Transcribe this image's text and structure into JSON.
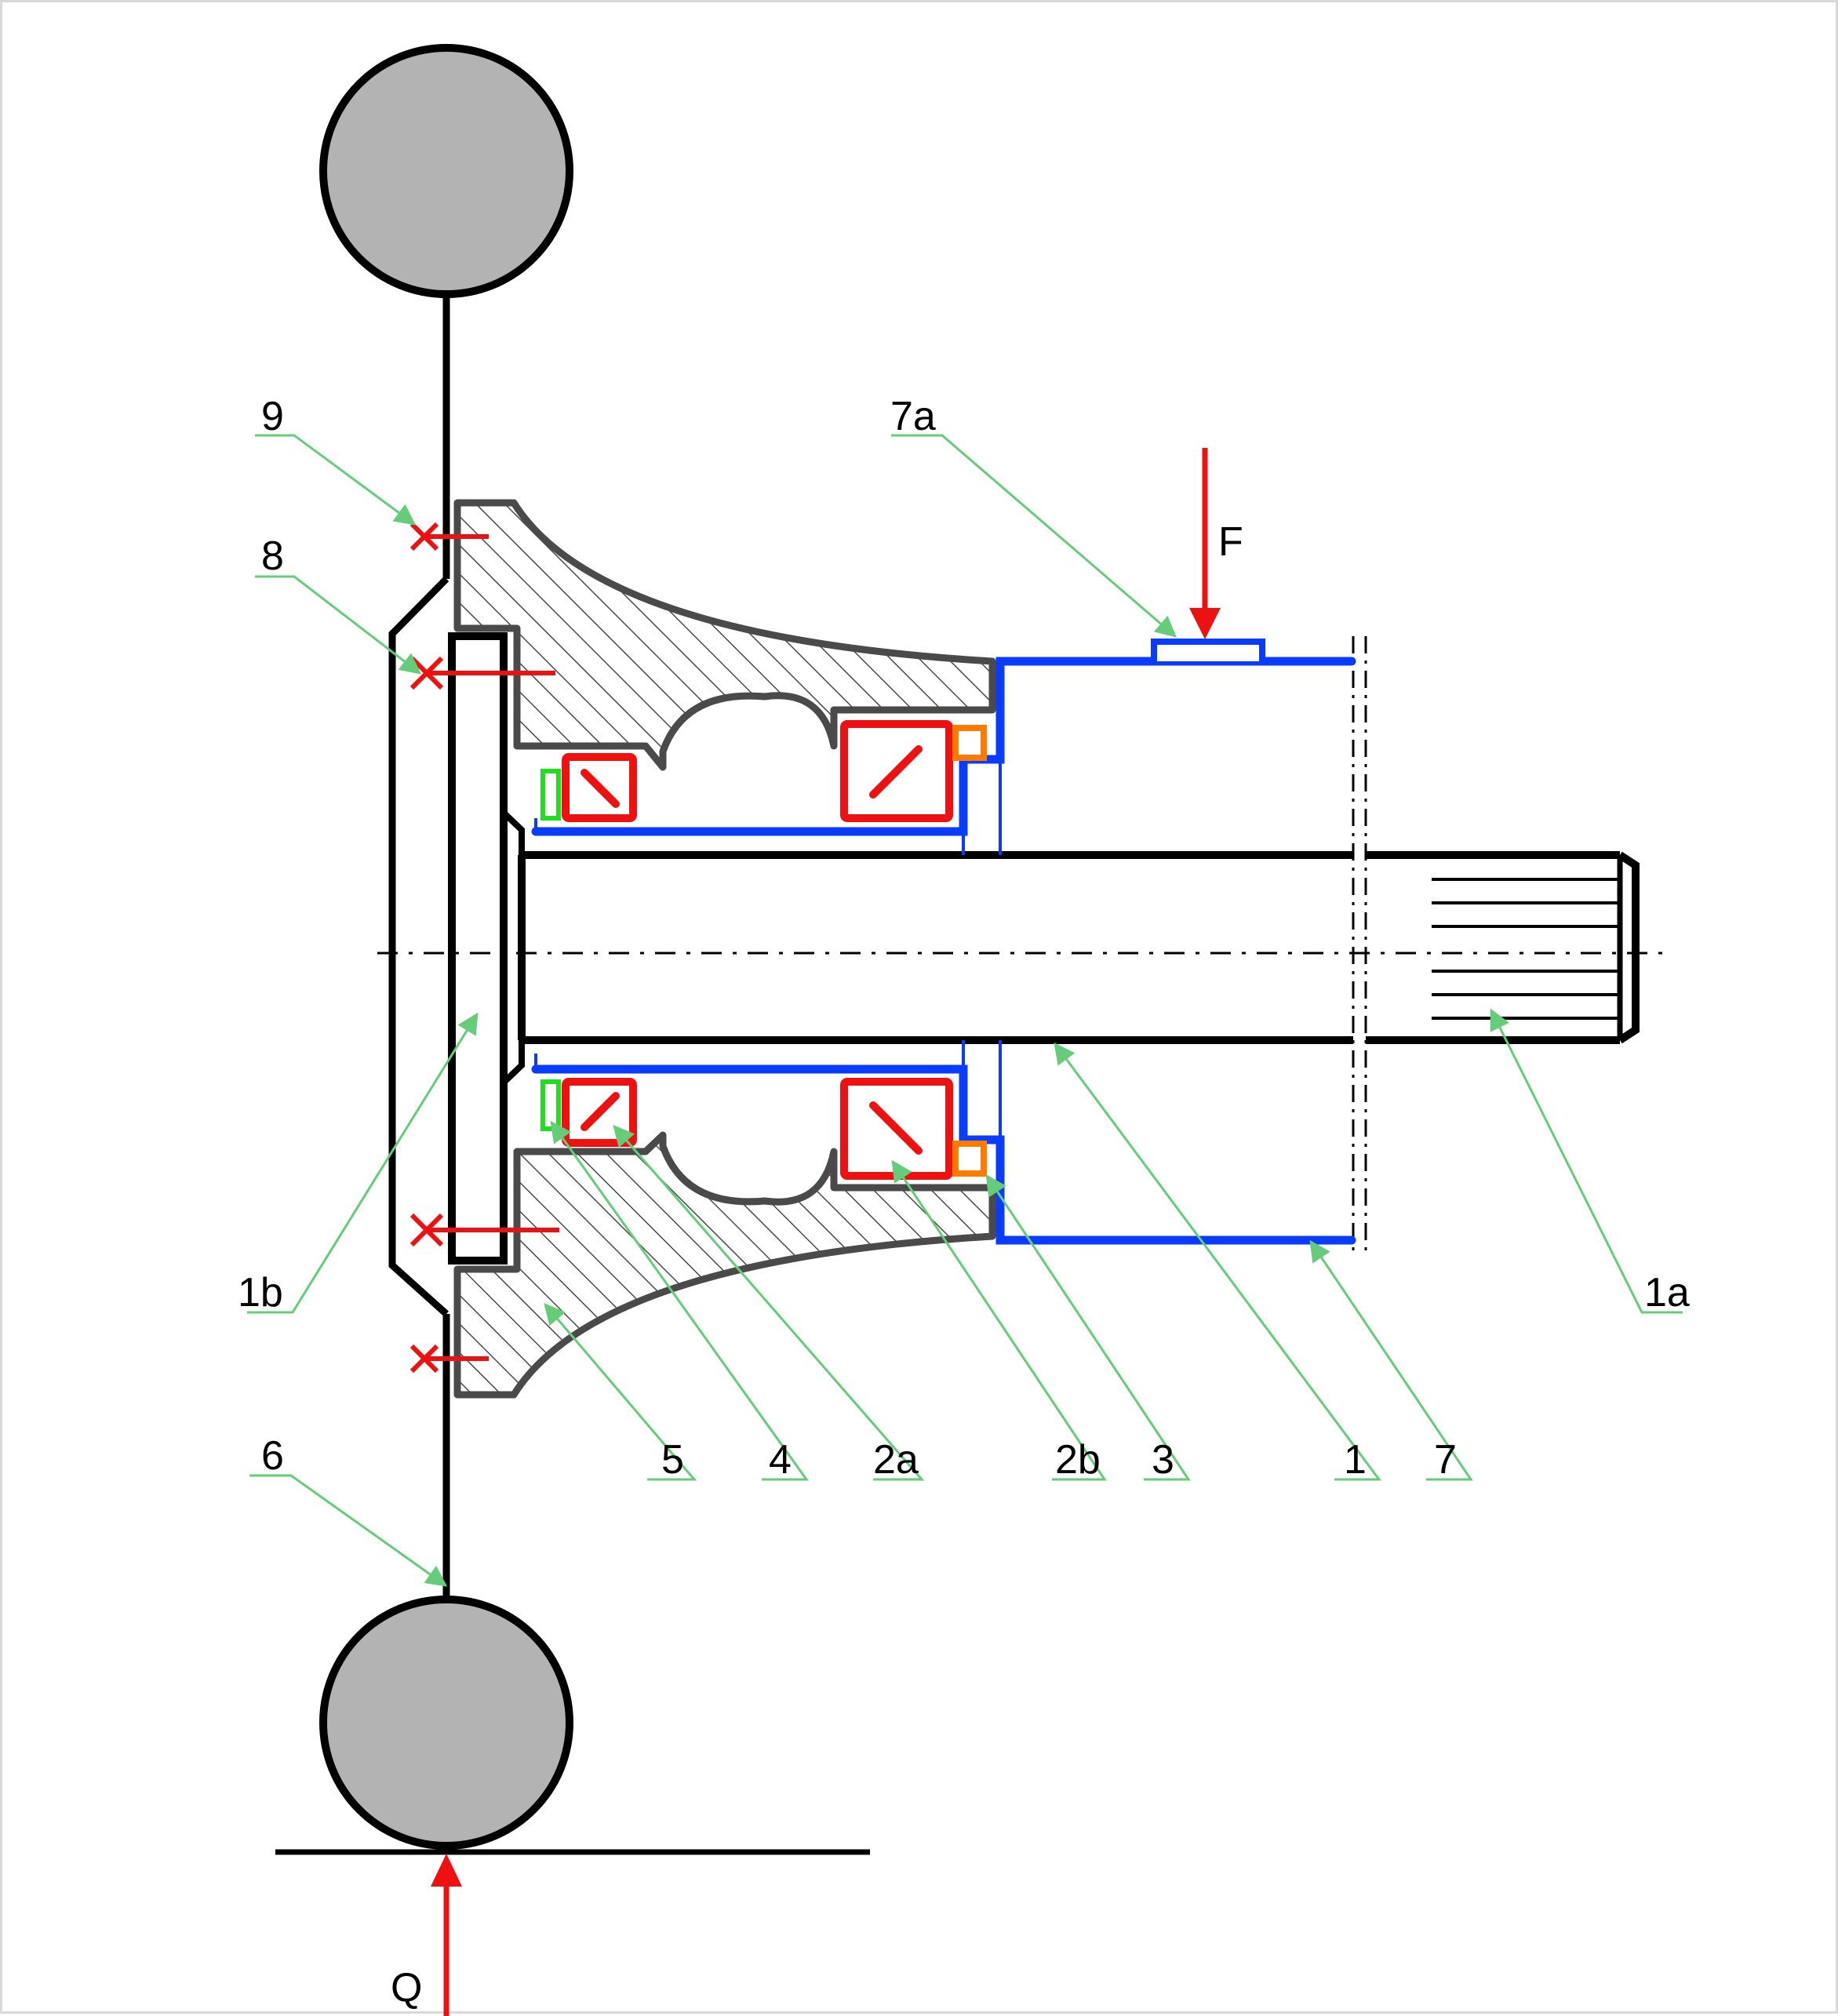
{
  "colors": {
    "outline": "#000000",
    "housing_stroke": "#4a4a4a",
    "housing_hatch": "#4a4a4a",
    "wheel_fill": "#b3b3b3",
    "shaft_sleeve": "#0a3cff",
    "bearing": "#ee1111",
    "spacer": "#ff7a00",
    "seal": "#22dd22",
    "leader": "#66cc7a",
    "force": "#ee1111",
    "centerline": "#000000"
  },
  "labels": {
    "l9": "9",
    "l8": "8",
    "l7a": "7a",
    "lF": "F",
    "l1b": "1b",
    "l1a": "1a",
    "l5": "5",
    "l4": "4",
    "l2a": "2a",
    "l2b": "2b",
    "l3": "3",
    "l1": "1",
    "l7": "7",
    "l6": "6",
    "lQ": "Q"
  },
  "icons": {
    "force_arrow": "red-arrow",
    "weld_mark": "red-x-mark",
    "leader_arrow": "green-arrowhead"
  }
}
